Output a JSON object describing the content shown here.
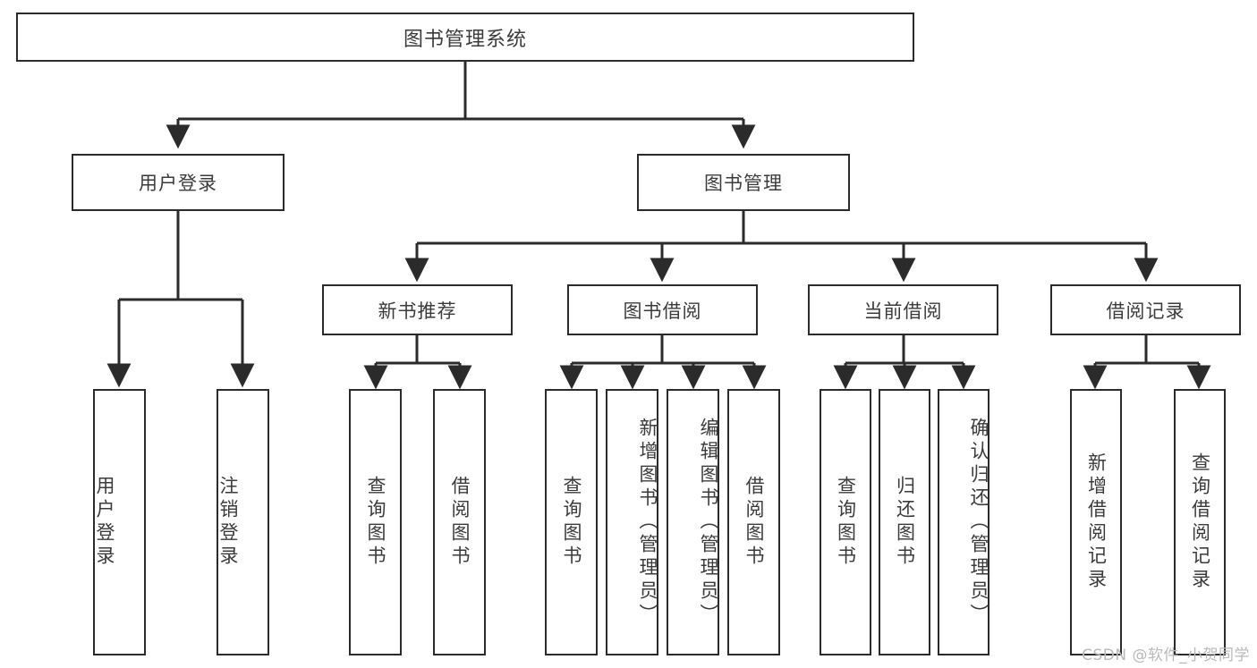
{
  "diagram": {
    "title": "图书管理系统",
    "type": "hierarchy-tree",
    "theme": {
      "background": "#ffffff",
      "box_border": "#2b2b2b",
      "box_fill": "#ffffff",
      "text": "#3b3b3b",
      "connector": "#2b2b2b",
      "watermark": "#b9b9b9"
    },
    "root": {
      "label": "图书管理系统"
    },
    "level2": [
      {
        "label": "用户登录"
      },
      {
        "label": "图书管理"
      }
    ],
    "level3": [
      {
        "label": "新书推荐"
      },
      {
        "label": "图书借阅"
      },
      {
        "label": "当前借阅"
      },
      {
        "label": "借阅记录"
      }
    ],
    "leaves": {
      "user_login": [
        {
          "label": "用户登录"
        },
        {
          "label": "注销登录"
        }
      ],
      "new_book_recommend": [
        {
          "label": "查询图书"
        },
        {
          "label": "借阅图书"
        }
      ],
      "book_borrow": [
        {
          "label": "查询图书"
        },
        {
          "label": "新增图书（管理员）"
        },
        {
          "label": "编辑图书（管理员）"
        },
        {
          "label": "借阅图书"
        }
      ],
      "current_borrow": [
        {
          "label": "查询图书"
        },
        {
          "label": "归还图书"
        },
        {
          "label": "确认归还（管理员）"
        }
      ],
      "borrow_record": [
        {
          "label": "新增借阅记录"
        },
        {
          "label": "查询借阅记录"
        }
      ]
    },
    "watermark": "CSDN @软件_小贺同学"
  }
}
